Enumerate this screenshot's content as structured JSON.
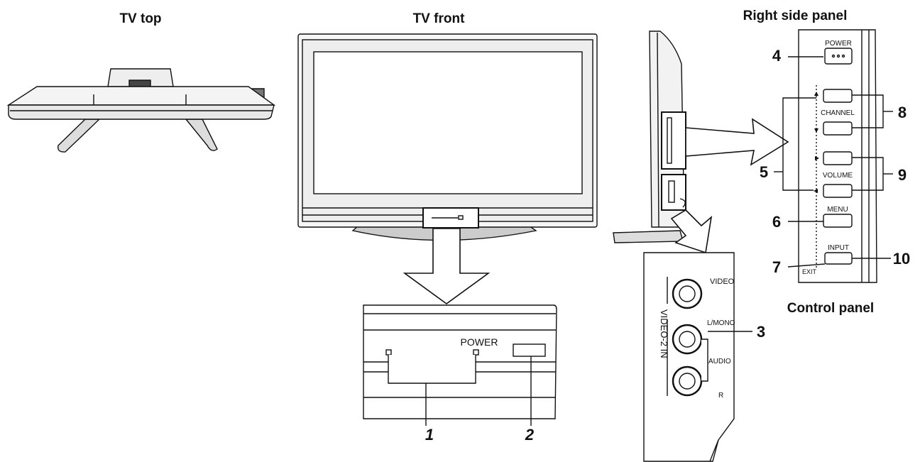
{
  "headings": {
    "tv_top": "TV top",
    "tv_front": "TV front",
    "right_side_panel": "Right side panel",
    "control_panel": "Control panel"
  },
  "front_detail": {
    "power_label": "POWER",
    "callouts": [
      "1",
      "2"
    ]
  },
  "side_jacks": {
    "group_label": "VIDEO-2 IN",
    "video": "VIDEO",
    "l_mono": "L/MONO",
    "audio": "AUDIO",
    "r": "R",
    "callout": "3"
  },
  "control_panel": {
    "power": "POWER",
    "channel": "CHANNEL",
    "volume": "VOLUME",
    "menu": "MENU",
    "input": "INPUT",
    "exit": "EXIT",
    "callouts": {
      "power": "4",
      "up_down": "5",
      "menu": "6",
      "exit": "7",
      "channel": "8",
      "volume": "9",
      "input": "10"
    }
  }
}
